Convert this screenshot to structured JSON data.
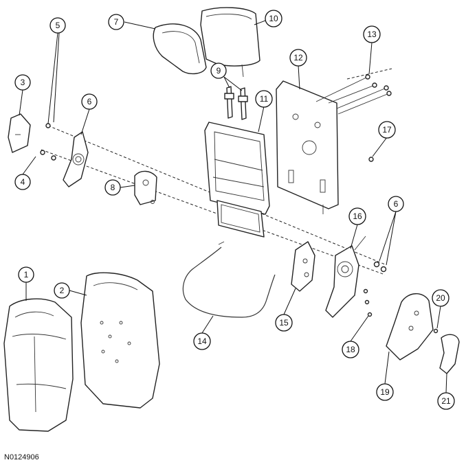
{
  "figure_id": "N0124906",
  "callouts": {
    "c1": "1",
    "c2": "2",
    "c3": "3",
    "c4": "4",
    "c5": "5",
    "c6a": "6",
    "c6b": "6",
    "c7": "7",
    "c8": "8",
    "c9": "9",
    "c10": "10",
    "c11": "11",
    "c12": "12",
    "c13": "13",
    "c14": "14",
    "c15": "15",
    "c16": "16",
    "c17": "17",
    "c18": "18",
    "c19": "19",
    "c20": "20",
    "c21": "21"
  }
}
